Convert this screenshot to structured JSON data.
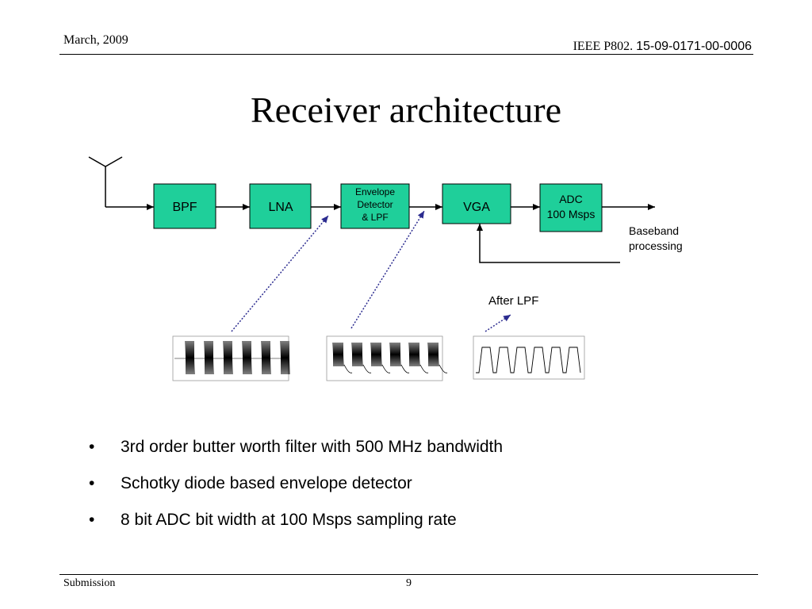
{
  "header": {
    "date": "March, 2009",
    "doc_prefix": "IEEE P802.",
    "doc_number": "15-09-0171-00-0006"
  },
  "title": "Receiver architecture",
  "diagram": {
    "blocks": {
      "bpf": "BPF",
      "lna": "LNA",
      "env_line1": "Envelope",
      "env_line2": "Detector",
      "env_line3": "& LPF",
      "vga": "VGA",
      "adc_line1": "ADC",
      "adc_line2": "100 Msps"
    },
    "labels": {
      "baseband_line1": "Baseband",
      "baseband_line2": "processing",
      "after_lpf": "After LPF"
    },
    "block_color": "#1fcf9a",
    "arrow_color": "#2b2b8f"
  },
  "bullets": [
    "3rd order butter worth filter with 500 MHz bandwidth",
    "Schotky diode based envelope detector",
    "8 bit ADC bit width at 100 Msps sampling rate"
  ],
  "footer": {
    "left": "Submission",
    "page": "9"
  }
}
